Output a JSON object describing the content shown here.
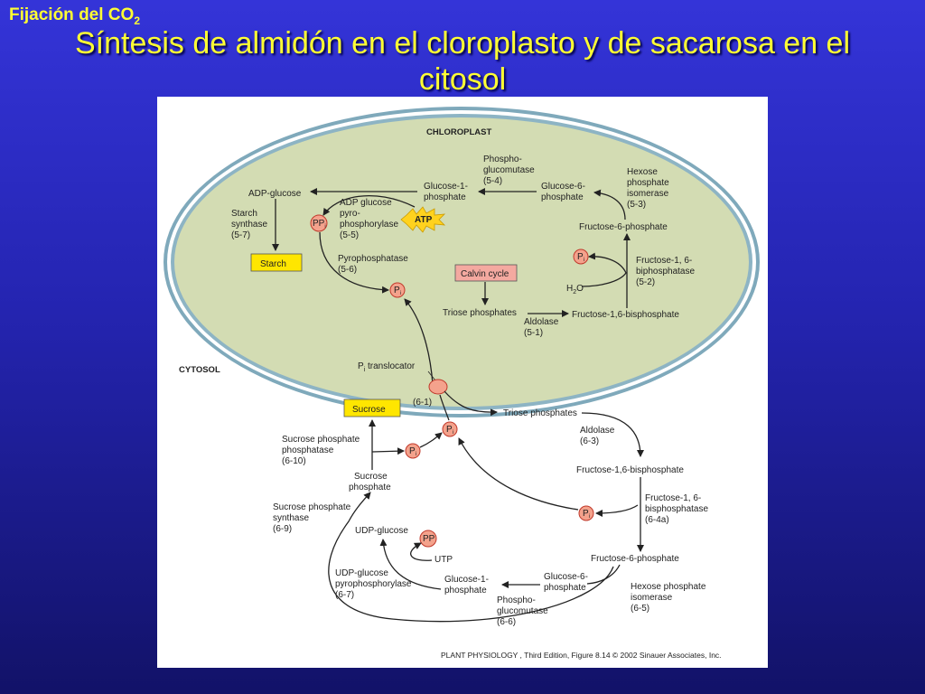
{
  "slide": {
    "corner_title": "Fijación del CO",
    "corner_title_sub": "2",
    "title_line1": "Síntesis de almidón en el cloroplasto y de sacarosa en el",
    "title_line2": "citosol"
  },
  "diagram": {
    "chloroplast_label": "CHLOROPLAST",
    "cytosol_label": "CYTOSOL",
    "chloroplast": {
      "adp_glucose": "ADP-glucose",
      "glucose1p_l1": "Glucose-1-",
      "glucose1p_l2": "phosphate",
      "glucose6p_l1": "Glucose-6-",
      "glucose6p_l2": "phosphate",
      "phosphoglucomutase_l1": "Phospho-",
      "phosphoglucomutase_l2": "glucomutase",
      "phosphoglucomutase_l3": "(5-4)",
      "hexose_isomerase_l1": "Hexose",
      "hexose_isomerase_l2": "phosphate",
      "hexose_isomerase_l3": "isomerase",
      "hexose_isomerase_l4": "(5-3)",
      "fructose6p": "Fructose-6-phosphate",
      "fbpase_l1": "Fructose-1, 6-",
      "fbpase_l2": "biphosphatase",
      "fbpase_l3": "(5-2)",
      "h2o": "H",
      "h2o_sub": "2",
      "h2o_tail": "O",
      "fructose16bp": "Fructose-1,6-bisphosphate",
      "aldolase_l1": "Aldolase",
      "aldolase_l2": "(5-1)",
      "triose_phosphates": "Triose phosphates",
      "calvin_cycle": "Calvin cycle",
      "starch_synthase_l1": "Starch",
      "starch_synthase_l2": "synthase",
      "starch_synthase_l3": "(5-7)",
      "starch": "Starch",
      "adpg_pyro_l1": "ADP glucose",
      "adpg_pyro_l2": "pyro-",
      "adpg_pyro_l3": "phosphorylase",
      "adpg_pyro_l4": "(5-5)",
      "atp": "ATP",
      "ppi": "PP",
      "ppi_sub": "i",
      "pyrophosphatase_l1": "Pyrophosphatase",
      "pyrophosphatase_l2": "(5-6)",
      "pi": "P",
      "pi_sub": "i"
    },
    "translocator": {
      "label": "P",
      "label_sub": "i",
      "label_tail": " translocator",
      "code": "(6-1)"
    },
    "cytosol": {
      "sucrose": "Sucrose",
      "sps_phosphatase_l1": "Sucrose phosphate",
      "sps_phosphatase_l2": "phosphatase",
      "sps_phosphatase_l3": "(6-10)",
      "sucrose_p_l1": "Sucrose",
      "sucrose_p_l2": "phosphate",
      "sps_synthase_l1": "Sucrose phosphate",
      "sps_synthase_l2": "synthase",
      "sps_synthase_l3": "(6-9)",
      "udp_glucose": "UDP-glucose",
      "pp": "PP",
      "utp": "UTP",
      "udpg_pyro_l1": "UDP-glucose",
      "udpg_pyro_l2": "pyrophosphorylase",
      "udpg_pyro_l3": "(6-7)",
      "glucose1p_l1": "Glucose-1-",
      "glucose1p_l2": "phosphate",
      "glucose6p_l1": "Glucose-6-",
      "glucose6p_l2": "phosphate",
      "phosphoglucomutase_l1": "Phospho-",
      "phosphoglucomutase_l2": "glucomutase",
      "phosphoglucomutase_l3": "(6-6)",
      "triose_phosphates": "Triose phosphates",
      "aldolase_l1": "Aldolase",
      "aldolase_l2": "(6-3)",
      "fructose16bp": "Fructose-1,6-bisphosphate",
      "fbpase_l1": "Fructose-1, 6-",
      "fbpase_l2": "bisphosphatase",
      "fbpase_l3": "(6-4a)",
      "fructose6p": "Fructose-6-phosphate",
      "hexose_isomerase_l1": "Hexose phosphate",
      "hexose_isomerase_l2": "isomerase",
      "hexose_isomerase_l3": "(6-5)",
      "pi": "P",
      "pi_sub": "i"
    },
    "caption": "PLANT PHYSIOLOGY , Third Edition, Figure 8.14  © 2002 Sinauer Associates, Inc.",
    "colors": {
      "stroma": "#d3dcb3",
      "membrane": "#8db4c4",
      "badge": "#f4a28c",
      "badge_stroke": "#c0392b",
      "starch_box": "#ffe600",
      "calvin_box": "#f4a9a0",
      "atp_star": "#ffd21e"
    }
  }
}
